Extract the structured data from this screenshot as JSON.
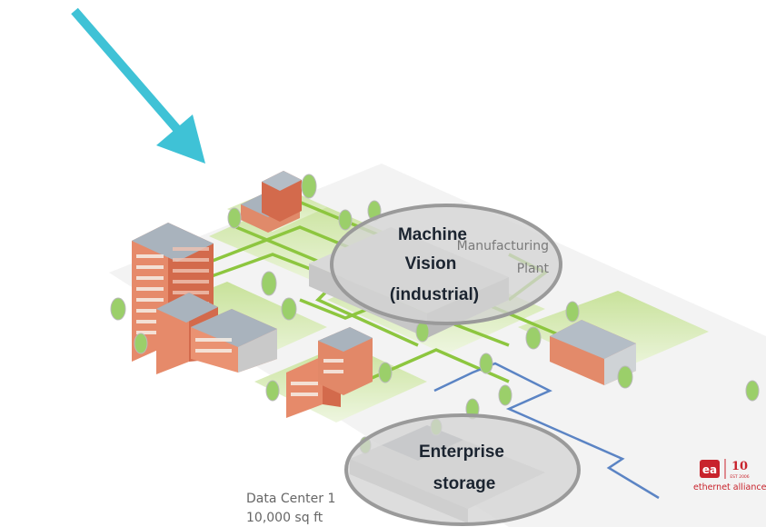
{
  "labels": {
    "manufacturing_1": "Manufacturing",
    "manufacturing_2": "Plant",
    "data_center_1": "Data Center 1",
    "data_center_2": "10,000 sq ft"
  },
  "callouts": {
    "machine_vision": [
      "Machine",
      "Vision",
      "(industrial)"
    ],
    "enterprise_storage": [
      "Enterprise",
      "storage"
    ]
  },
  "logo": {
    "monogram": "ea",
    "anniversary": "10",
    "est": "EST 2006",
    "name": "ethernet alliance"
  },
  "colors": {
    "arrow": "#3fc2d6",
    "path_green": "#8dc63f",
    "network_line": "#5b84c4",
    "callout_fill": "#d4d4d4",
    "callout_stroke": "#9a9a9a",
    "brand_red": "#c8232c"
  }
}
